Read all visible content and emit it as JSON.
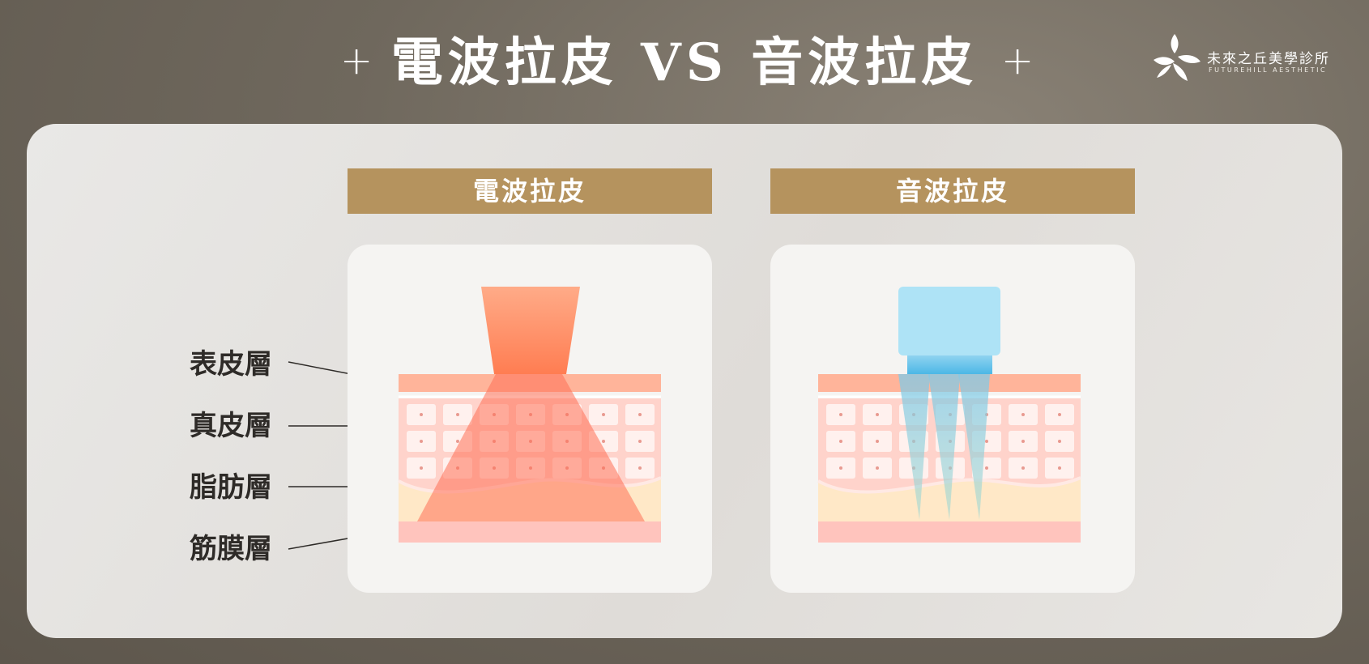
{
  "header": {
    "title": "電波拉皮 VS 音波拉皮",
    "plus_left": "+",
    "plus_right": "+"
  },
  "logo": {
    "name": "未來之丘美學診所",
    "subtitle": "FUTUREHILL AESTHETIC"
  },
  "columns": [
    {
      "title": "電波拉皮",
      "probe": "orange-rf-probe",
      "energy": "broad-heating-cone"
    },
    {
      "title": "音波拉皮",
      "probe": "blue-ultrasound-probe",
      "energy": "focused-beams"
    }
  ],
  "layers": [
    {
      "label": "表皮層"
    },
    {
      "label": "真皮層"
    },
    {
      "label": "脂肪層"
    },
    {
      "label": "筋膜層"
    }
  ],
  "colors": {
    "header_bar": "#b5935e",
    "epidermis": "#ffb49a",
    "dermis": "#ffd3cb",
    "fat": "#ffe8c7",
    "fascia": "#ffc4bd",
    "rf_cone": "#ff7a60",
    "ultrasound_probe": "#aee3f6"
  }
}
